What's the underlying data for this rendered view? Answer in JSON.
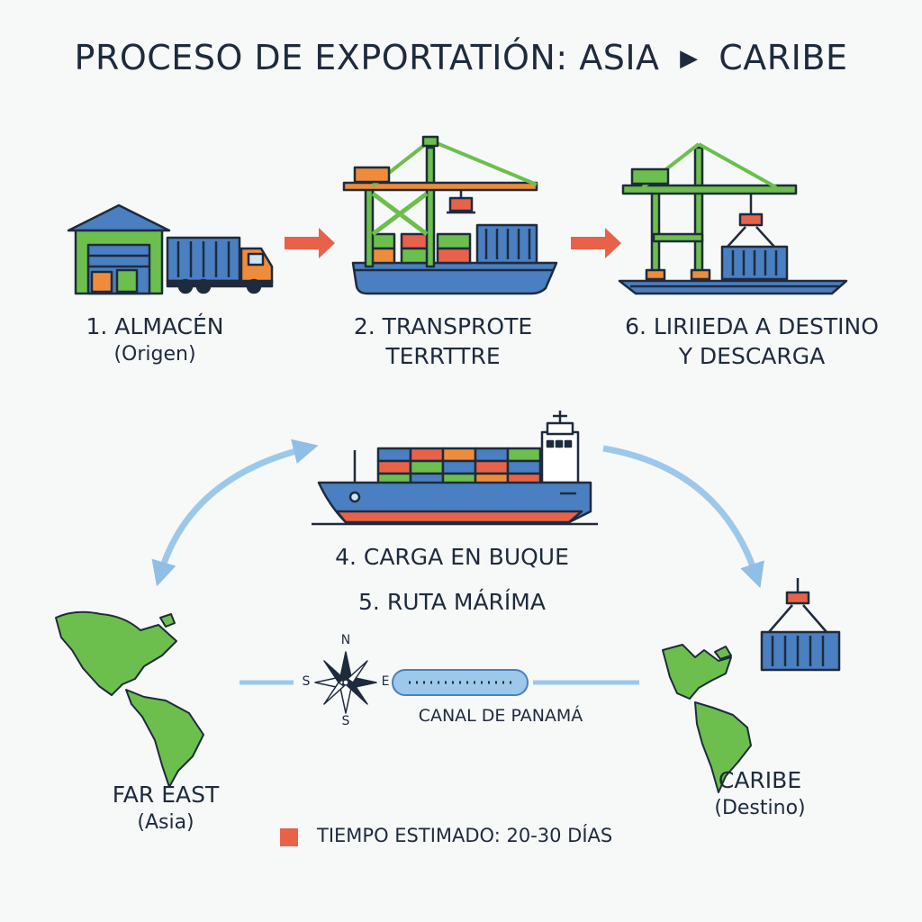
{
  "title": {
    "text": "PROCESO DE EXPORTATIÓN: ASIA",
    "arrow_icon": "play-arrow-icon",
    "destination": "CARIBE"
  },
  "steps": [
    {
      "label": "1. ALMACÉN",
      "sublabel": "(Origen)",
      "icon": "warehouse-truck-icon"
    },
    {
      "label": "2. TRANSPROTE",
      "sublabel": "TERRTTRE",
      "icon": "gantry-crane-ship-icon"
    },
    {
      "label": "6. LIRIIEDA A DESTINO",
      "sublabel": "Y DESCARGA",
      "icon": "crane-unloading-icon"
    }
  ],
  "ship": {
    "label_line1": "4. CARGA EN BUQUE",
    "label_line2": "5. RUTA MÁRÍMA",
    "icon": "container-ship-icon"
  },
  "origin": {
    "label": "FAR EAST",
    "sublabel": "(Asia)",
    "icon": "americas-map-icon"
  },
  "destination": {
    "label": "CARIBE",
    "sublabel": "(Destino)",
    "icon": "americas-map-icon"
  },
  "canal": {
    "label": "CANAL DE PANAMÁ",
    "icon": "canal-icon"
  },
  "compass": {
    "n": "N",
    "s": "S",
    "e": "E",
    "w": "S",
    "icon": "compass-rose-icon"
  },
  "legend": {
    "text": "TIEMPO ESTIMADO: 20-30 DÍAS",
    "color": "#e8624a"
  },
  "colors": {
    "green": "#6cbf4d",
    "blue": "#4a7fc1",
    "orange": "#ef8c3b",
    "red": "#e8624a",
    "light_blue": "#9cc8ea",
    "navy": "#1e2b3c"
  }
}
